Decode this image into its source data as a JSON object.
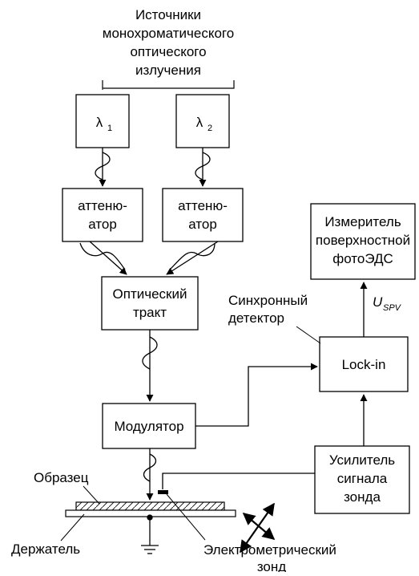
{
  "colors": {
    "ink": "#000000",
    "background": "#ffffff"
  },
  "title_lines": [
    "Источники",
    "монохроматического",
    "оптического",
    "излучения"
  ],
  "sources": {
    "lambda1": "λ",
    "lambda1_sub": "1",
    "lambda2": "λ",
    "lambda2_sub": "2"
  },
  "attenuator_left": [
    "аттеню-",
    "атор"
  ],
  "attenuator_right": [
    "аттеню-",
    "атор"
  ],
  "optical_path": [
    "Оптический",
    "тракт"
  ],
  "modulator": "Модулятор",
  "lockin": "Lock-in",
  "meter": [
    "Измеритель",
    "поверхностной",
    "фотоЭДС"
  ],
  "amplifier": [
    "Усилитель",
    "сигнала",
    "зонда"
  ],
  "uspv": {
    "main": "U",
    "sub": "SPV"
  },
  "labels": {
    "sync_detector": [
      "Синхронный",
      "детектор"
    ],
    "sample": "Образец",
    "holder": "Держатель",
    "probe": [
      "Электрометрический",
      "зонд"
    ]
  },
  "icons": [
    "wavy-light-arrow-icon",
    "ground-icon",
    "xyz-move-arrows-icon"
  ]
}
